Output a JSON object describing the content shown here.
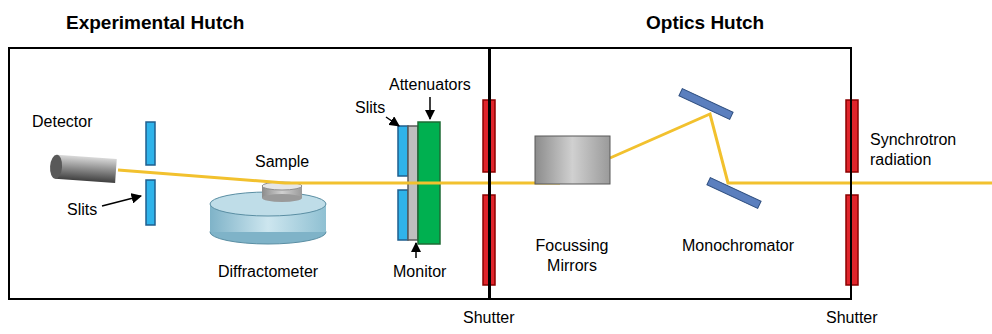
{
  "diagram": {
    "nodes": [
      {
        "text": [
          "Experimental Hutch"
        ]
      },
      {
        "text": [
          "Optics Hutch"
        ]
      }
    ],
    "labels": [
      "Detector",
      "Slits",
      "Sample",
      "Diffractometer",
      "Attenuators",
      "Slits",
      "Monitor",
      "Shutter",
      "Focussing Mirrors",
      "Monochromator",
      "Shutter",
      "Synchrotron radiation"
    ]
  }
}
